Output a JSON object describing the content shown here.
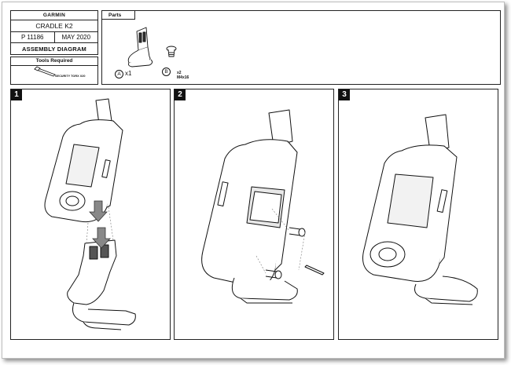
{
  "title_block": {
    "brand": "GARMIN",
    "product": "CRADLE K2",
    "part_number": "P 11186",
    "date": "MAY 2020",
    "doc_type": "ASSEMBLY DIAGRAM"
  },
  "tools": {
    "header": "Tools Required",
    "tool_label": "SECURITY TORX X20"
  },
  "parts": {
    "header": "Parts",
    "part_a": {
      "letter": "A",
      "qty": "x1"
    },
    "part_b": {
      "letter": "B",
      "qty": "x2",
      "spec": "M4x16"
    }
  },
  "steps": [
    {
      "number": "1"
    },
    {
      "number": "2"
    },
    {
      "number": "3"
    }
  ]
}
